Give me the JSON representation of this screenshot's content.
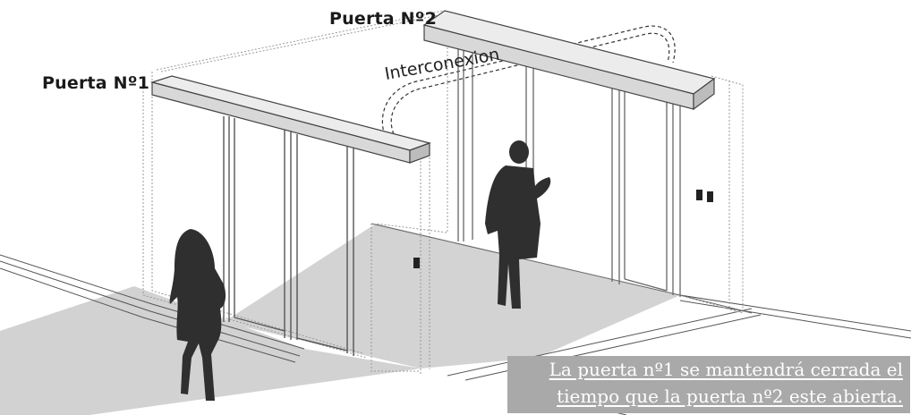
{
  "labels": {
    "door1": "Puerta Nº1",
    "door2": "Puerta Nº2",
    "interconnection": "Interconexion"
  },
  "caption": {
    "line1": "La puerta nº1 se mantendrá cerrada el",
    "line2": "tiempo que la puerta nº2 este abierta."
  },
  "colors": {
    "floor": "#d2d2d2",
    "caption_bg": "#a9a9a9",
    "silhouette": "#2f2f2f",
    "beam": "#e6e6e6"
  }
}
